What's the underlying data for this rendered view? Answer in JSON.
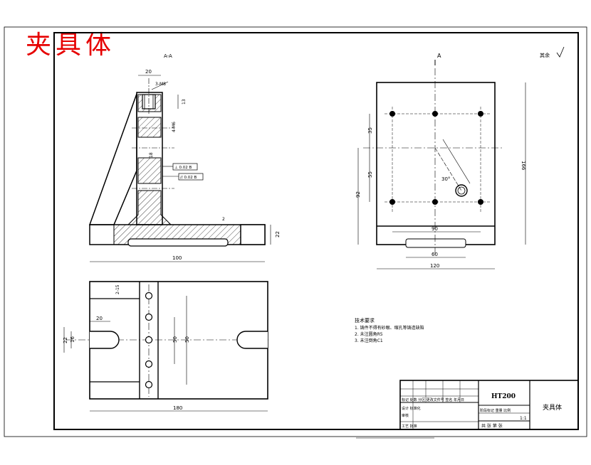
{
  "title": "夹具体",
  "section_label": "A-A",
  "view_arrow_label": "A",
  "roughness_note": "其余",
  "dimensions": {
    "top_width_20": "20",
    "thread_top": "3-M8",
    "depth_13": "13",
    "holes_4m6": "4-M6",
    "bore_18": "18",
    "base_thickness_22": "22",
    "base_length_100": "100",
    "chamfer_2": "2",
    "dim_35": "35",
    "dim_55": "55",
    "dim_92": "92",
    "dim_166": "166",
    "dim_90": "90",
    "dim_60": "60",
    "dim_120": "120",
    "angle_30": "30°",
    "dim_180": "180",
    "dim_50a": "50",
    "dim_50b": "50",
    "dim_20b": "20",
    "slot_16": "16",
    "dim_22b": "22",
    "dim_2_15": "2-15"
  },
  "tolerance_boxes": [
    "⊥ 0.02 B",
    "// 0.02 B"
  ],
  "technical_requirements": {
    "heading": "技术要求",
    "items": [
      "1. 铸件不得有砂眼、缩孔等铸造缺陷",
      "2. 未注圆角R5",
      "3. 未注倒角C1"
    ]
  },
  "title_block": {
    "material": "HT200",
    "part_name": "夹具体",
    "scale": "1:1",
    "header_row": "标记 处数 分区 更改文件号 签名 年月日",
    "design_row": "设计 标准化",
    "stage_row": "阶段标记 重量 比例",
    "sheet_row": "共 张 第 张",
    "approve_row": "审核",
    "process_row": "工艺 批准"
  }
}
